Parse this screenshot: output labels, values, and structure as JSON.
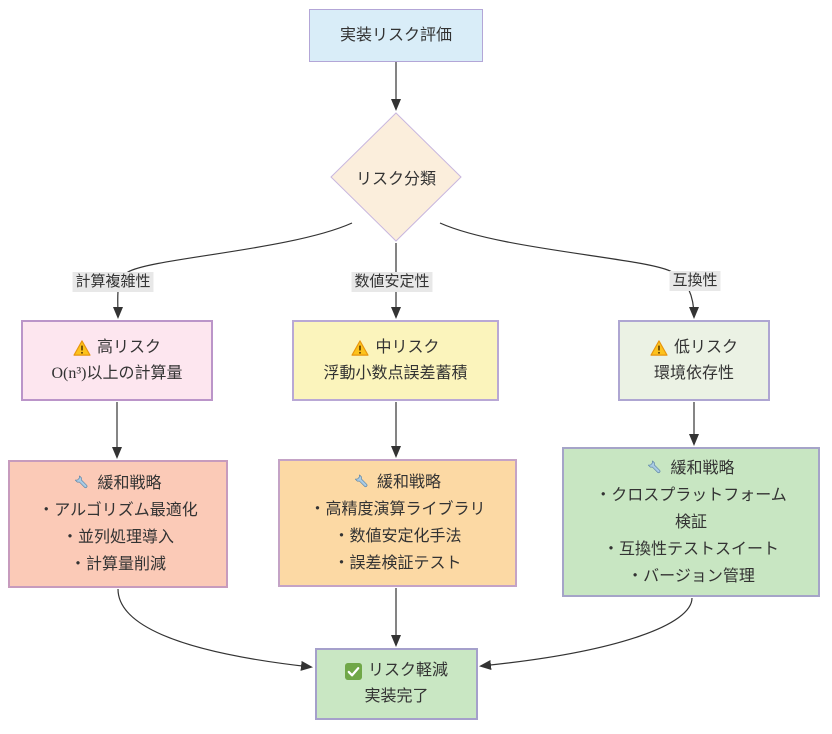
{
  "diagram_type": "flowchart",
  "nodes": {
    "start": {
      "label": "実装リスク評価"
    },
    "decision": {
      "label": "リスク分類"
    },
    "high_risk": {
      "icon": "warning-icon",
      "line1": "高リスク",
      "line2": "O(n³)以上の計算量"
    },
    "mid_risk": {
      "icon": "warning-icon",
      "line1": "中リスク",
      "line2": "浮動小数点誤差蓄積"
    },
    "low_risk": {
      "icon": "warning-icon",
      "line1": "低リスク",
      "line2": "環境依存性"
    },
    "mitigation_complexity": {
      "icon": "wrench-icon",
      "title": "緩和戦略",
      "items": [
        "・アルゴリズム最適化",
        "・並列処理導入",
        "・計算量削減"
      ]
    },
    "mitigation_stability": {
      "icon": "wrench-icon",
      "title": "緩和戦略",
      "items": [
        "・高精度演算ライブラリ",
        "・数値安定化手法",
        "・誤差検証テスト"
      ]
    },
    "mitigation_compat": {
      "icon": "wrench-icon",
      "title": "緩和戦略",
      "items": [
        "・クロスプラットフォーム検証",
        "・互換性テストスイート",
        "・バージョン管理"
      ]
    },
    "complete": {
      "icon": "check-icon",
      "line1": "リスク軽減",
      "line2": "実装完了"
    }
  },
  "edge_labels": {
    "left": "計算複雑性",
    "middle": "数値安定性",
    "right": "互換性"
  },
  "colors": {
    "text": "#333333",
    "arrow": "#333333",
    "edge_label_bg": "#e8e8e8",
    "start_fill": "#d9edf8",
    "start_border": "#b3a6d7",
    "decision_fill": "#fbeedc",
    "decision_border": "#c8b6de",
    "high_fill": "#fde6ef",
    "high_border": "#bb95c9",
    "mid_fill": "#fbf4bc",
    "mid_border": "#b9a8d5",
    "low_fill": "#ebf2e4",
    "low_border": "#aea6d2",
    "mitigation_complexity_fill": "#fbcab7",
    "mitigation_complexity_border": "#c79bbd",
    "mitigation_stability_fill": "#fcd9a4",
    "mitigation_stability_border": "#c4a3c6",
    "mitigation_compat_fill": "#c8e6c2",
    "mitigation_compat_border": "#a5a4c8",
    "complete_fill": "#c9e7c3",
    "complete_border": "#a5a0cb",
    "warning_icon": "#fcc21c",
    "wrench_icon": "#a9cbe4",
    "check_icon": "#70a748"
  }
}
